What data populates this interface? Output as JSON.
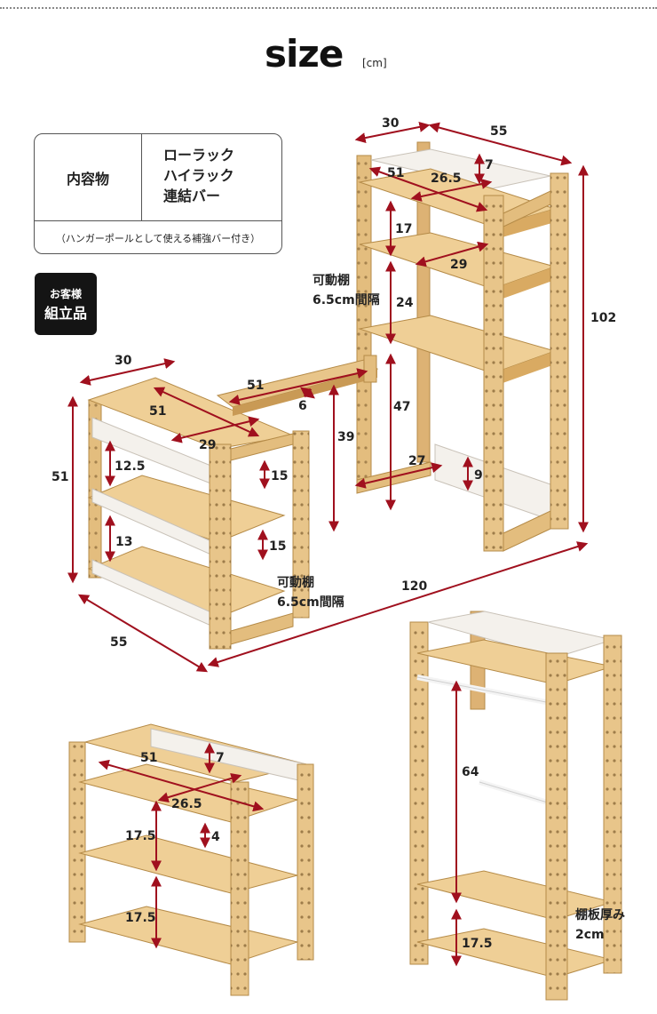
{
  "header": {
    "title": "size",
    "unit": "[cm]"
  },
  "contents": {
    "label": "内容物",
    "items": [
      "ローラック",
      "ハイラック",
      "連結バー"
    ],
    "note": "（ハンガーポールとして使える補強バー付き）"
  },
  "badge": {
    "line1": "お客様",
    "line2": "組立品"
  },
  "colors": {
    "wood": "#e8c58a",
    "wood_dark": "#c99a55",
    "wood_light": "#f3dcae",
    "panel": "#f4f1ec",
    "arrow": "#a0101e",
    "text": "#222222"
  },
  "high_rack": {
    "dims": {
      "top_depth": "30",
      "top_width": "55",
      "height": "102",
      "shelf_width": "51",
      "shelf_depth": "26.5",
      "top_panel": "7",
      "gap_top": "17",
      "shelf2_depth": "29",
      "gap_mid": "24",
      "gap_bottom": "47",
      "bar_width": "27",
      "bar_height": "9"
    },
    "note_line1": "可動棚",
    "note_line2": "6.5cm間隔"
  },
  "low_rack": {
    "dims": {
      "depth": "30",
      "height": "51",
      "width": "55",
      "shelf_width": "51",
      "shelf_depth": "29",
      "gap_top": "12.5",
      "gap_bottom": "13",
      "rail_top": "15",
      "rail_bottom": "15"
    },
    "note_line1": "可動棚",
    "note_line2": "6.5cm間隔"
  },
  "connector": {
    "length": "51",
    "height": "6",
    "clearance": "39"
  },
  "overall_width": "120",
  "low_rack_alt": {
    "dims": {
      "shelf_width": "51",
      "top_panel": "7",
      "shelf_depth": "26.5",
      "gap_top": "17.5",
      "panel_gap": "4",
      "gap_bottom": "17.5"
    }
  },
  "hanger_rack": {
    "dims": {
      "hang_height": "64",
      "gap_bottom": "17.5"
    },
    "note_line1": "棚板厚み",
    "note_line2": "2cm"
  }
}
